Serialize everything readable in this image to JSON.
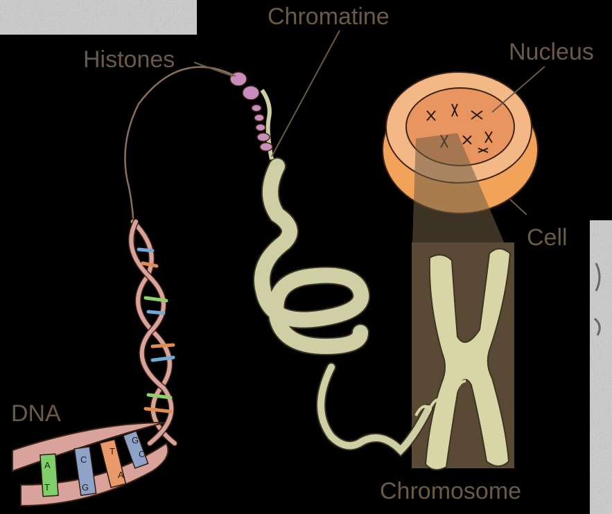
{
  "labels": {
    "chromatine": "Chromatine",
    "histones": "Histones",
    "nucleus": "Nucleus",
    "cell": "Cell",
    "dna": "DNA",
    "chromosome": "Chromosome"
  },
  "base_letters": [
    "A",
    "T",
    "C",
    "G",
    "T",
    "A",
    "G",
    "C"
  ],
  "colors": {
    "background": "#000000",
    "label_text": "#6b5a45",
    "dna_strand": "#d9a29a",
    "chromatin": "#cfcfa6",
    "nucleus": "#e9955f",
    "cell": "#f2a259",
    "histone": "#c98dbd",
    "chromosome_panel": "#5a4a35",
    "chromosome": "#d8d6a6"
  }
}
